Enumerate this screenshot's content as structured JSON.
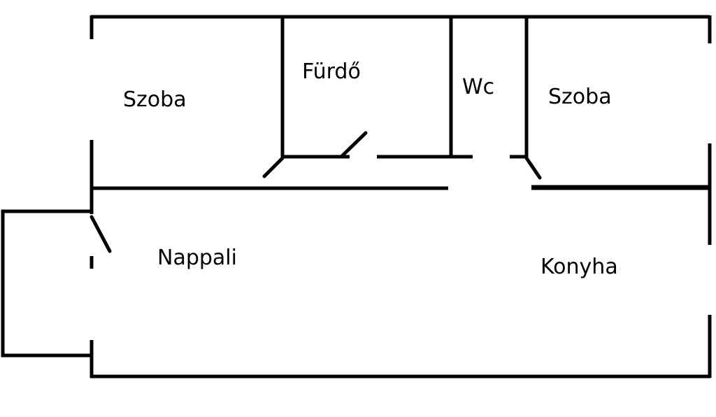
{
  "rooms": {
    "szoba_left": "Szoba",
    "furdo": "Fürdő",
    "wc": "Wc",
    "szoba_right": "Szoba",
    "nappali": "Nappali",
    "konyha": "Konyha"
  }
}
